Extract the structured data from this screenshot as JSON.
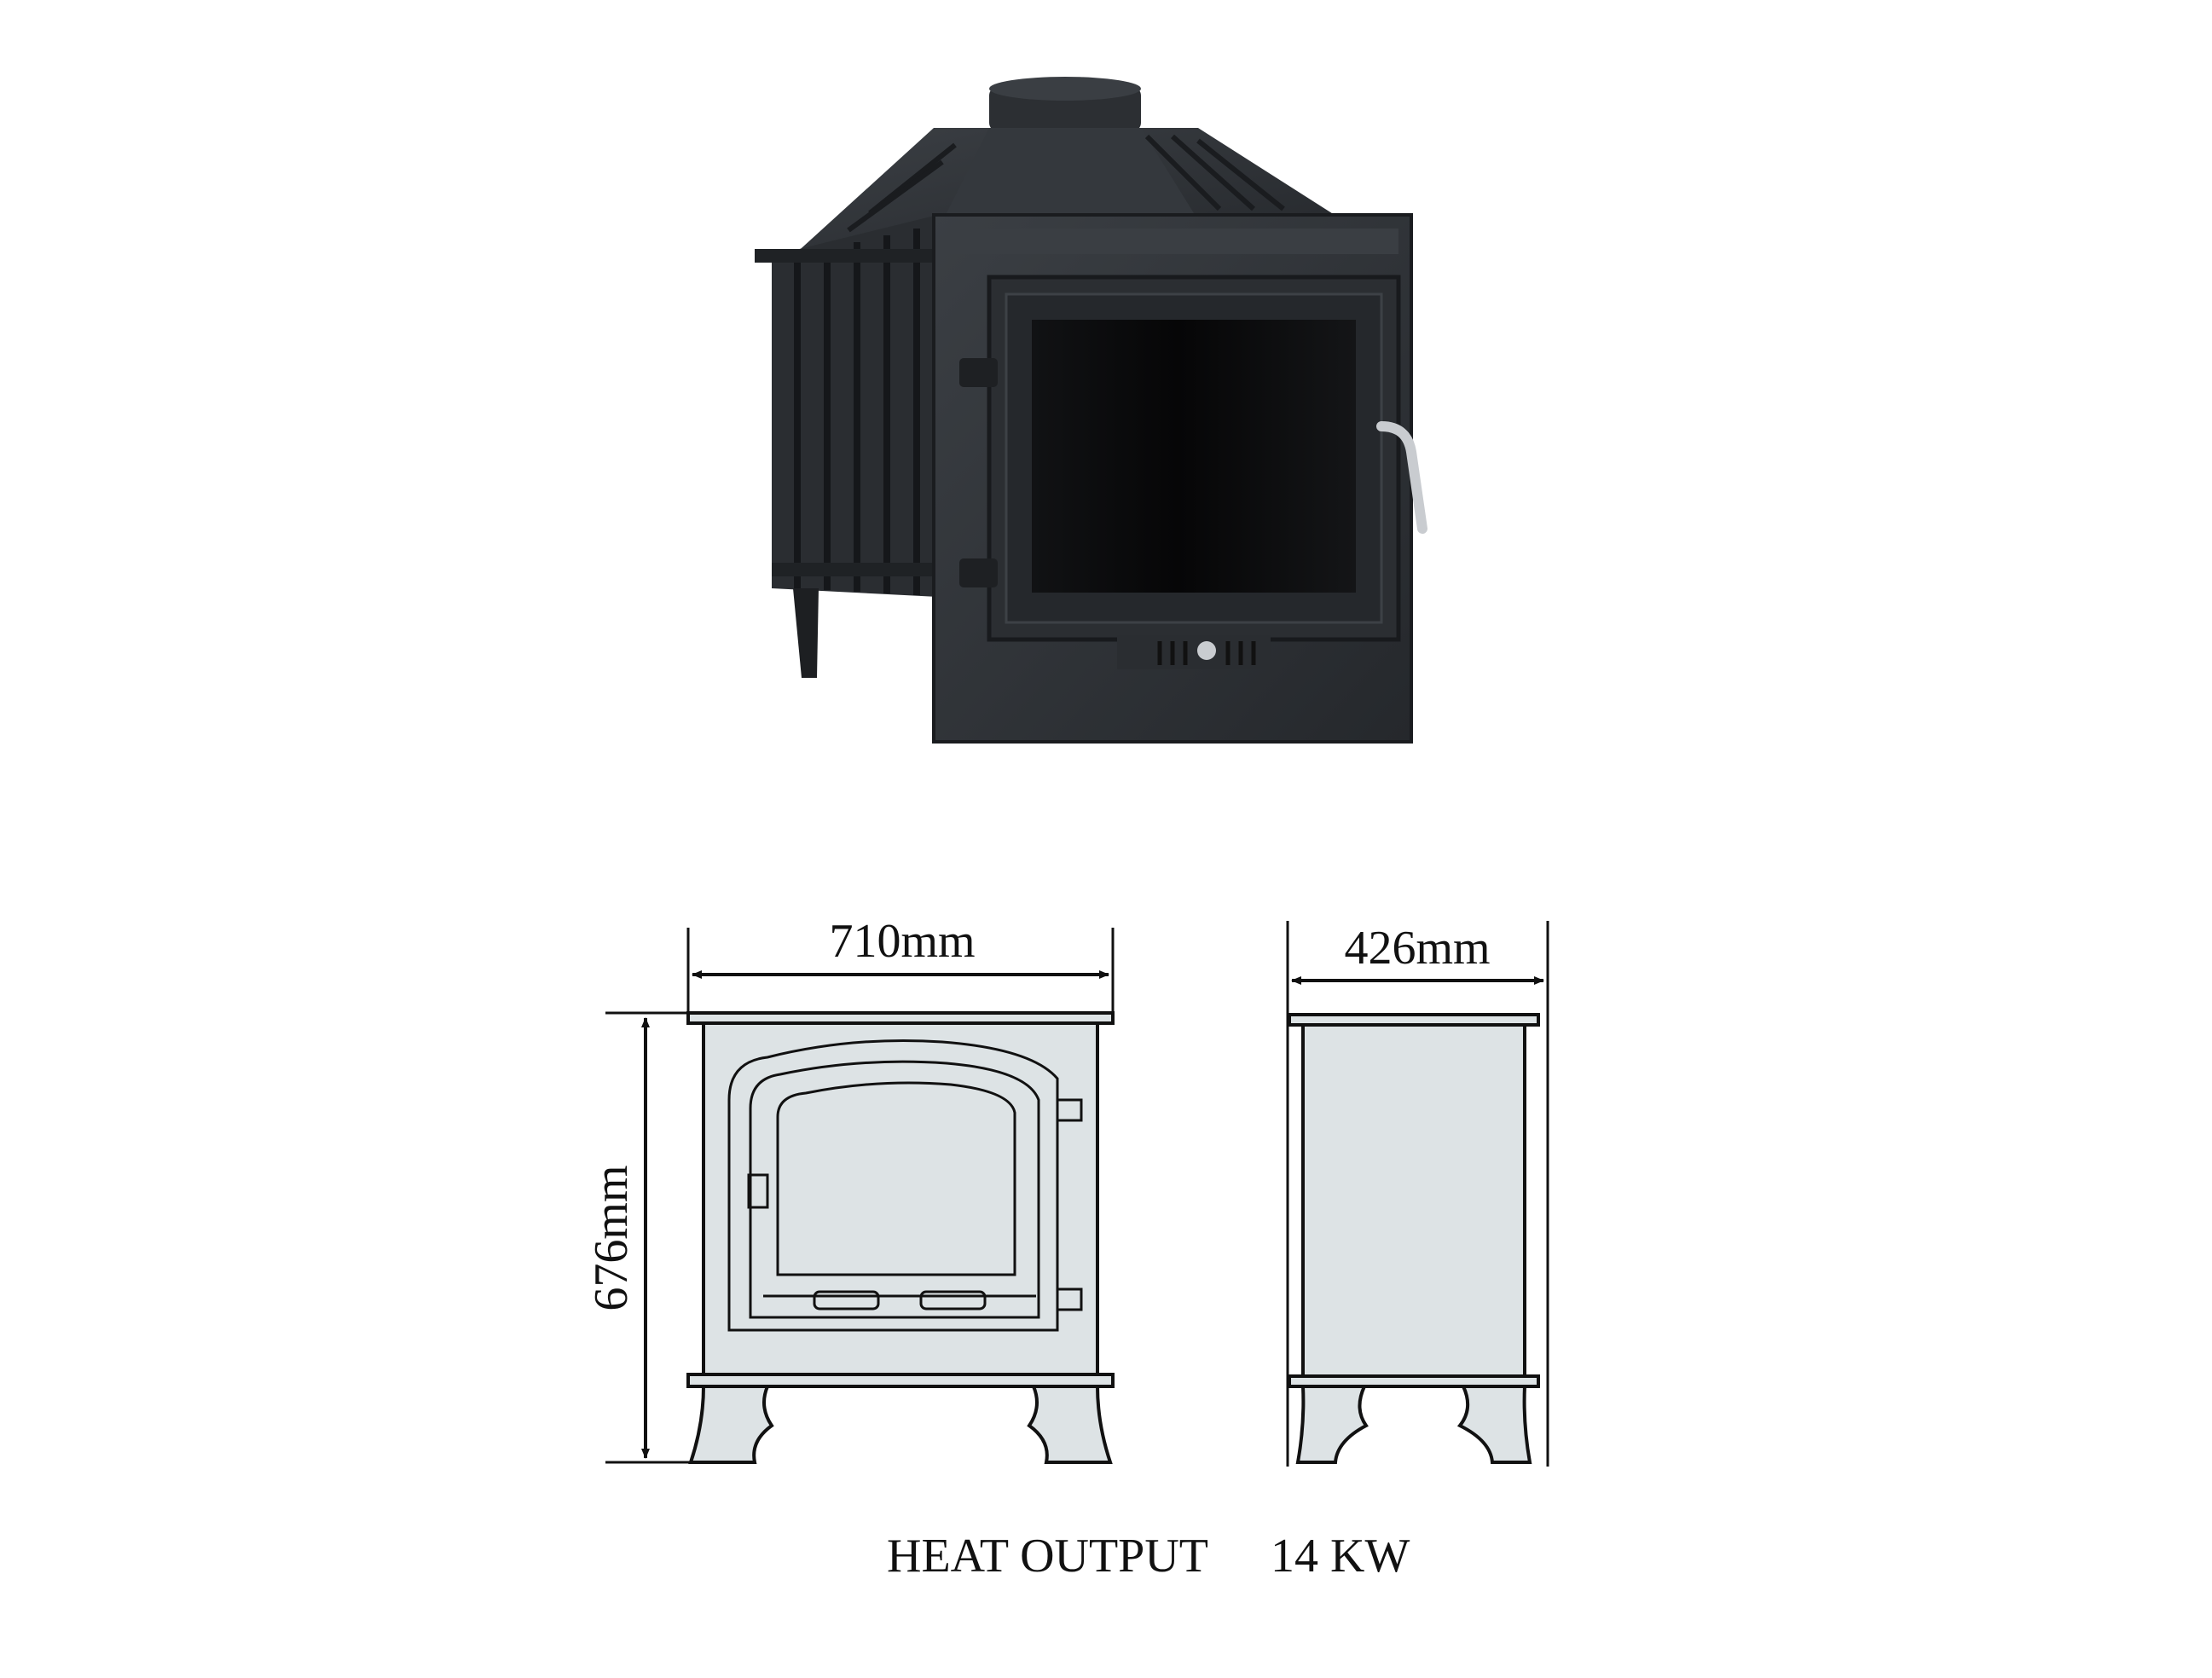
{
  "product_photo": {
    "icon": "cast-iron-fireplace-insert-icon",
    "colors": {
      "metal": "#2f3236",
      "metal_dark": "#1c1e21",
      "glass": "#0b0b0c",
      "handle": "#c9ccd0"
    }
  },
  "front_view": {
    "width_label": "710mm",
    "height_label": "676mm"
  },
  "side_view": {
    "depth_label": "426mm"
  },
  "spec": {
    "label": "HEAT OUTPUT",
    "value": "14 KW"
  },
  "colors": {
    "line": "#111111",
    "drawing_fill": "#dde3e5",
    "background": "#ffffff"
  }
}
